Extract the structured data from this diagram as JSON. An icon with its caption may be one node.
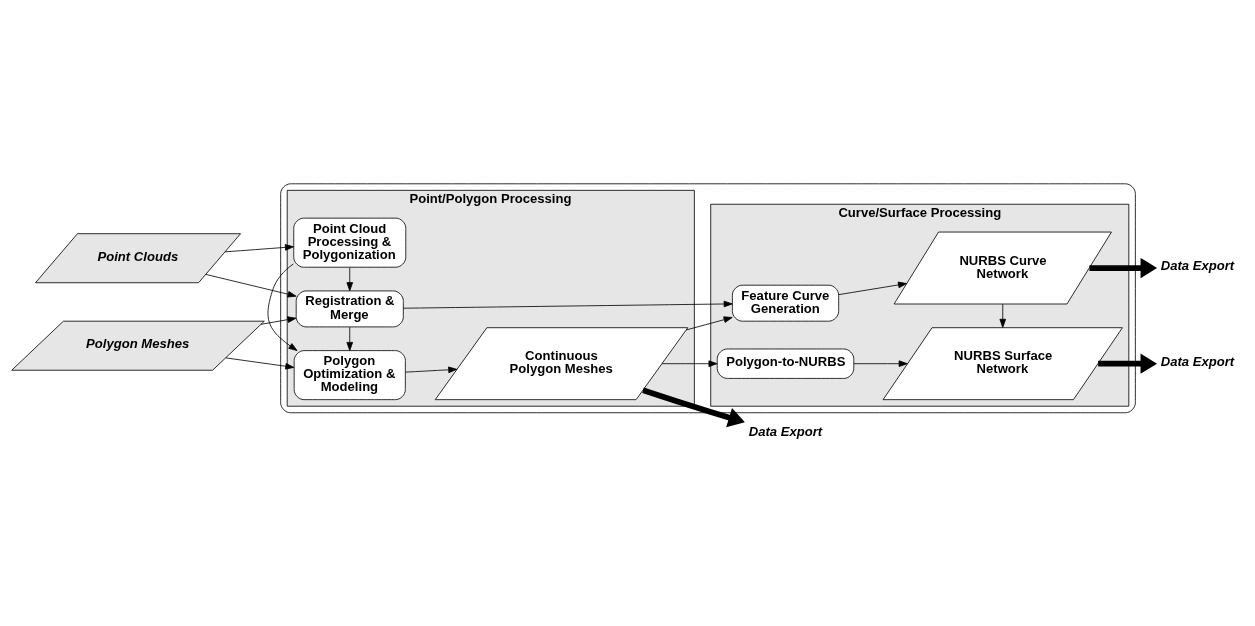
{
  "diagram": {
    "nodes": [
      {
        "text": [],
        "shape": "box"
      },
      {
        "text": [
          "Point/Polygon Processing"
        ],
        "in": 0
      },
      {
        "text": [
          "Curve/Surface Processing"
        ],
        "in": 0
      },
      {
        "text": [
          "Point Clouds"
        ]
      },
      {
        "text": [
          "Polygon Meshes"
        ]
      },
      {
        "text": [
          "Point Cloud Processing & Polygonization"
        ],
        "in": 1
      },
      {
        "text": [
          "Registration & Merge"
        ],
        "in": 1
      },
      {
        "text": [
          "Polygon Optimization & Modeling"
        ],
        "in": 1
      },
      {
        "text": [
          "Continuous Polygon Meshes"
        ],
        "in": 1
      },
      {
        "text": [
          "Feature Curve Generation"
        ],
        "in": 2
      },
      {
        "text": [
          "NURBS Curve Network"
        ],
        "in": 2
      },
      {
        "text": [
          "Polygon-to-NURBS"
        ],
        "in": 2
      },
      {
        "text": [
          "NURBS Surface Network"
        ],
        "in": 2
      },
      {
        "text": [
          "Data Export"
        ]
      },
      {
        "text": [
          "Data Export"
        ]
      },
      {
        "text": [
          "Data Export"
        ]
      }
    ],
    "edges": [
      {
        "from": 3,
        "to": 5,
        "arrow": "to"
      },
      {
        "from": 3,
        "to": 6,
        "arrow": "to"
      },
      {
        "from": 4,
        "to": 6,
        "arrow": "to"
      },
      {
        "from": 4,
        "to": 7,
        "arrow": "to"
      },
      {
        "from": 5,
        "to": 6,
        "arrow": "to"
      },
      {
        "from": 5,
        "to": 7,
        "arrow": "to"
      },
      {
        "from": 6,
        "to": 7,
        "arrow": "to"
      },
      {
        "from": 6,
        "to": 9,
        "arrow": "to"
      },
      {
        "from": 7,
        "to": 8,
        "arrow": "to"
      },
      {
        "from": 8,
        "to": 9,
        "arrow": "to"
      },
      {
        "from": 8,
        "to": 11,
        "arrow": "to"
      },
      {
        "from": 9,
        "to": 10,
        "arrow": "to"
      },
      {
        "from": 10,
        "to": 12,
        "arrow": "to"
      },
      {
        "from": 11,
        "to": 12,
        "arrow": "to"
      },
      {
        "from": 10,
        "to": 13,
        "arrow": "to",
        "style": "thick"
      },
      {
        "from": 8,
        "to": 14,
        "arrow": "to",
        "style": "thick"
      },
      {
        "from": 12,
        "to": 15,
        "arrow": "to",
        "style": "thick"
      }
    ]
  }
}
